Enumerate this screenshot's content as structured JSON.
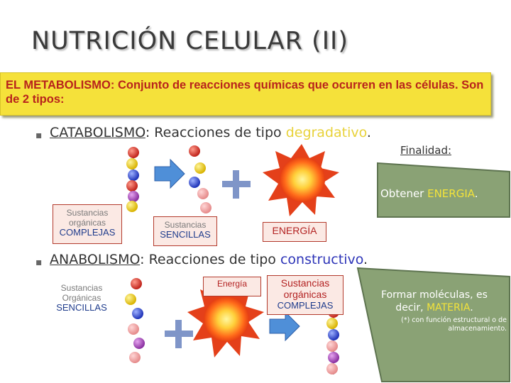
{
  "title": "NUTRICIÓN CELULAR (II)",
  "banner": {
    "text": "EL METABOLISMO: Conjunto de reacciones químicas que ocurren en las células. Son de 2 tipos:"
  },
  "catabolismo": {
    "bullet": "",
    "term": "CATABOLISMO",
    "rest": ": Reacciones de tipo ",
    "type": "degradativo",
    "period": "."
  },
  "finalidad": "Finalidad:",
  "obtener": {
    "prefix": "Obtener ",
    "highlight": "ENERGIA",
    "suffix": "."
  },
  "labels": {
    "sustancias_complejas": [
      "Sustancias",
      "orgánicas",
      "COMPLEJAS"
    ],
    "sustancias_sencillas": [
      "Sustancias",
      "SENCILLAS"
    ],
    "energia": "ENERGÍA",
    "anab_sencillas": [
      "Sustancias",
      "Orgánicas",
      "SENCILLAS"
    ],
    "anab_energia": "Energía",
    "anab_complejas": [
      "Sustancias",
      "orgánicas",
      "COMPLEJAS"
    ]
  },
  "anabolismo": {
    "bullet": "",
    "term": "ANABOLISMO",
    "rest": ": Reacciones de tipo ",
    "type": "constructivo",
    "period": "."
  },
  "formar": {
    "line1": "Formar moléculas, es",
    "line2_prefix": "decir, ",
    "line2_highlight": "MATERIA",
    "line2_suffix": ".",
    "note": "(*) con función estructural o de almacenamiento."
  },
  "colors": {
    "banner_bg": "#f5e13a",
    "banner_text": "#b8231c",
    "green_box": "#8aa275",
    "highlight_yellow": "#f3e33a",
    "constructivo": "#2e35b8"
  }
}
